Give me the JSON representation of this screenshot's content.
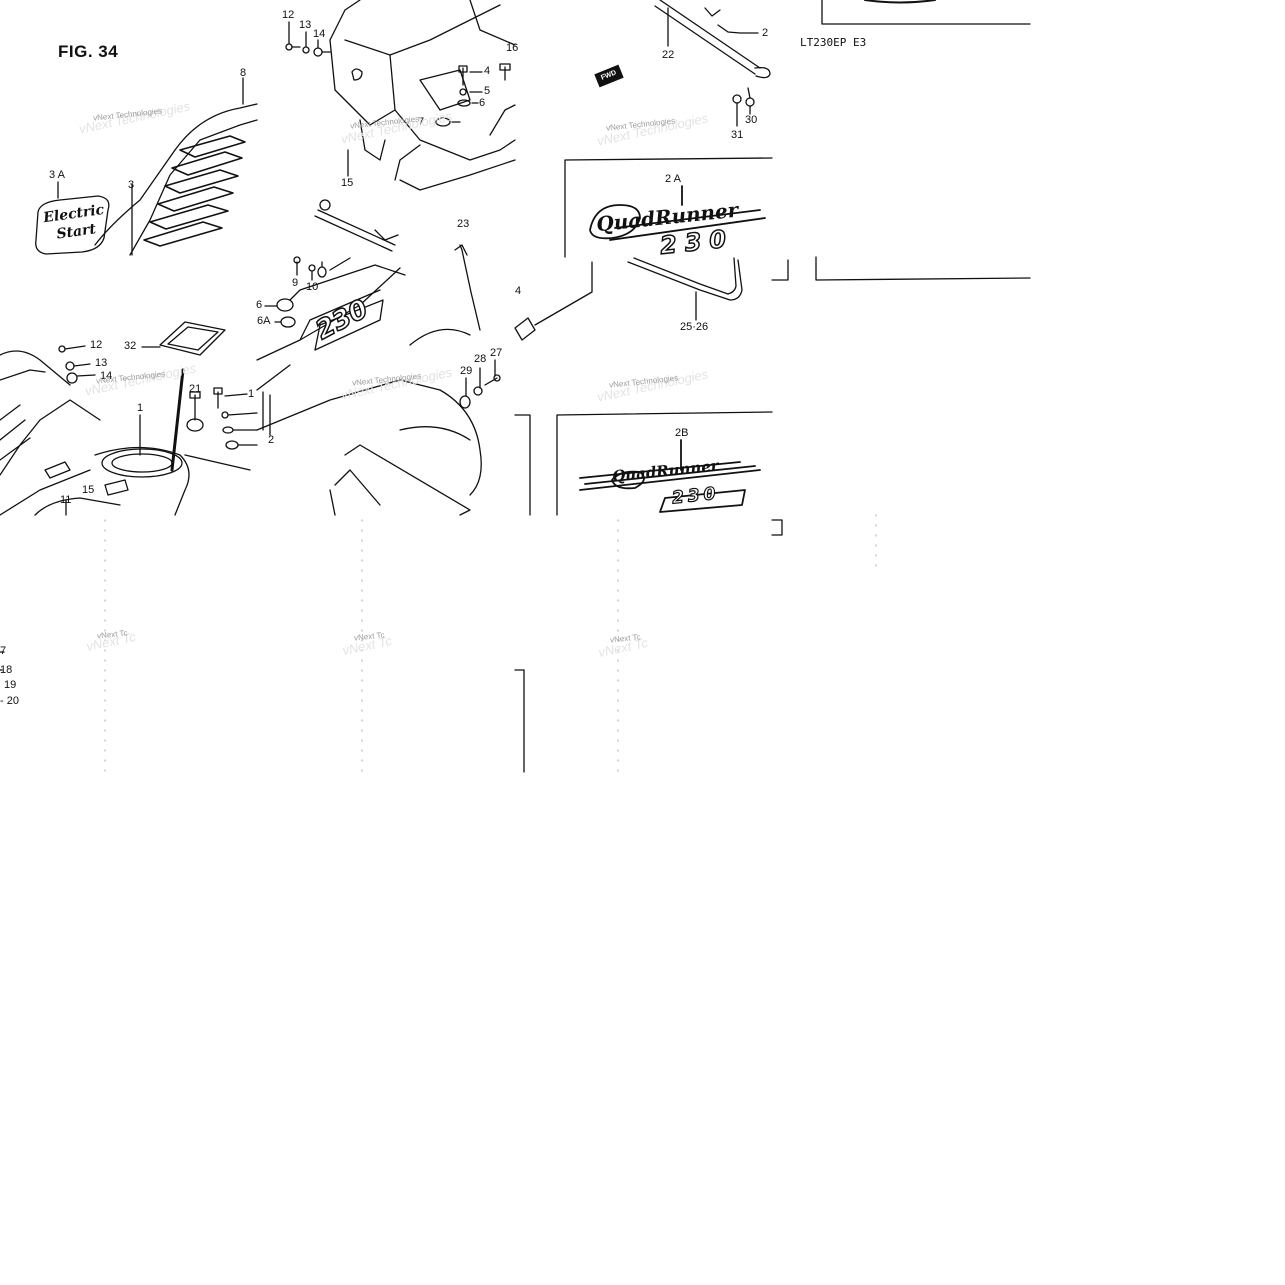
{
  "figure": {
    "title": "FIG. 34",
    "model_code": "LT230EP  E3",
    "fwd_label": "FWD"
  },
  "watermark": {
    "text": "vNext Technologies",
    "short": "vNext Tc"
  },
  "callouts": [
    {
      "id": "c-8",
      "text": "8"
    },
    {
      "id": "c-3a",
      "text": "3 A"
    },
    {
      "id": "c-3",
      "text": "3"
    },
    {
      "id": "c-12a",
      "text": "12"
    },
    {
      "id": "c-13a",
      "text": "13"
    },
    {
      "id": "c-14a",
      "text": "14"
    },
    {
      "id": "c-16",
      "text": "16"
    },
    {
      "id": "c-4",
      "text": "4"
    },
    {
      "id": "c-5",
      "text": "5"
    },
    {
      "id": "c-6a",
      "text": "6"
    },
    {
      "id": "c-7",
      "text": "7"
    },
    {
      "id": "c-15a",
      "text": "15"
    },
    {
      "id": "c-22",
      "text": "22"
    },
    {
      "id": "c-2top",
      "text": "2"
    },
    {
      "id": "c-30",
      "text": "30"
    },
    {
      "id": "c-31",
      "text": "31"
    },
    {
      "id": "c-2a",
      "text": "2 A"
    },
    {
      "id": "c-23",
      "text": "23"
    },
    {
      "id": "c-9",
      "text": "9"
    },
    {
      "id": "c-10",
      "text": "10"
    },
    {
      "id": "c-6b",
      "text": "6"
    },
    {
      "id": "c-6A",
      "text": "6A"
    },
    {
      "id": "c-24",
      "text": "4"
    },
    {
      "id": "c-2526",
      "text": "25·26"
    },
    {
      "id": "c-12b",
      "text": "12"
    },
    {
      "id": "c-13b",
      "text": "13"
    },
    {
      "id": "c-14b",
      "text": "14"
    },
    {
      "id": "c-32",
      "text": "32"
    },
    {
      "id": "c-21",
      "text": "21"
    },
    {
      "id": "c-1",
      "text": "1"
    },
    {
      "id": "c-1b",
      "text": "1"
    },
    {
      "id": "c-15b",
      "text": "15"
    },
    {
      "id": "c-11",
      "text": "11"
    },
    {
      "id": "c-2mid",
      "text": "2"
    },
    {
      "id": "c-28",
      "text": "28"
    },
    {
      "id": "c-27",
      "text": "27"
    },
    {
      "id": "c-29",
      "text": "29"
    },
    {
      "id": "c-2b",
      "text": "2B"
    },
    {
      "id": "c-17",
      "text": "7"
    },
    {
      "id": "c-18",
      "text": "18"
    },
    {
      "id": "c-19",
      "text": "19"
    },
    {
      "id": "c-20",
      "text": "- 20"
    }
  ],
  "emblems": {
    "electric_start": "Electric Start",
    "quadrunner": "QuadRunner",
    "model_number": "230"
  }
}
